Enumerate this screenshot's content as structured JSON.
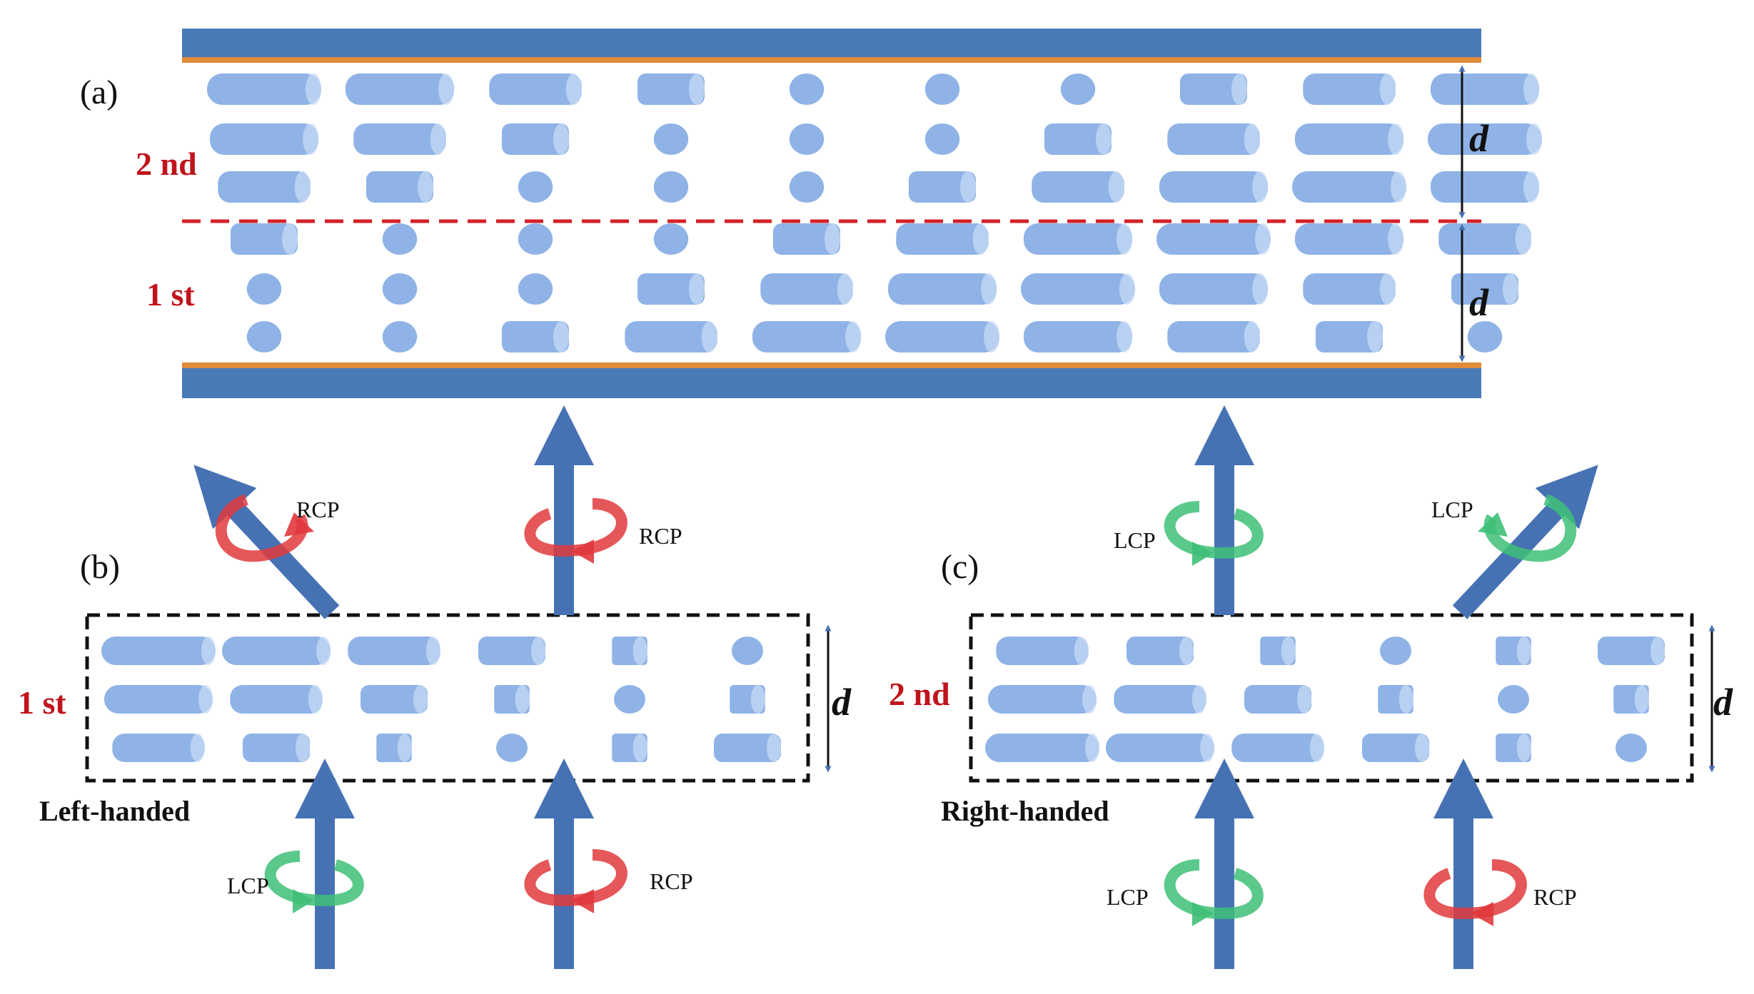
{
  "colors": {
    "substrate": "#4a7ab8",
    "electrode": "#e08a3c",
    "lc_molecule": "#8fb3e6",
    "lc_highlight": "#c6daf5",
    "arrow": "#4672b4",
    "rcp": "#e0393c",
    "lcp": "#3fbf78",
    "layer_label": "#c0141c",
    "divider": "#d42027",
    "box": "#111111"
  },
  "panel_a": {
    "label": "(a)",
    "layer_top_label": "2 nd",
    "layer_bottom_label": "1 st",
    "thickness_label_top": "d",
    "thickness_label_bottom": "d"
  },
  "panel_b": {
    "label": "(b)",
    "layer_label": "1 st",
    "thickness_label": "d",
    "handedness": "Left-handed",
    "reflected_label": "RCP",
    "transmitted_label": "RCP",
    "incident_left_label": "LCP",
    "incident_right_label": "RCP"
  },
  "panel_c": {
    "label": "(c)",
    "layer_label": "2 nd",
    "thickness_label": "d",
    "handedness": "Right-handed",
    "transmitted_label": "LCP",
    "reflected_label": "LCP",
    "incident_left_label": "LCP",
    "incident_right_label": "RCP"
  }
}
